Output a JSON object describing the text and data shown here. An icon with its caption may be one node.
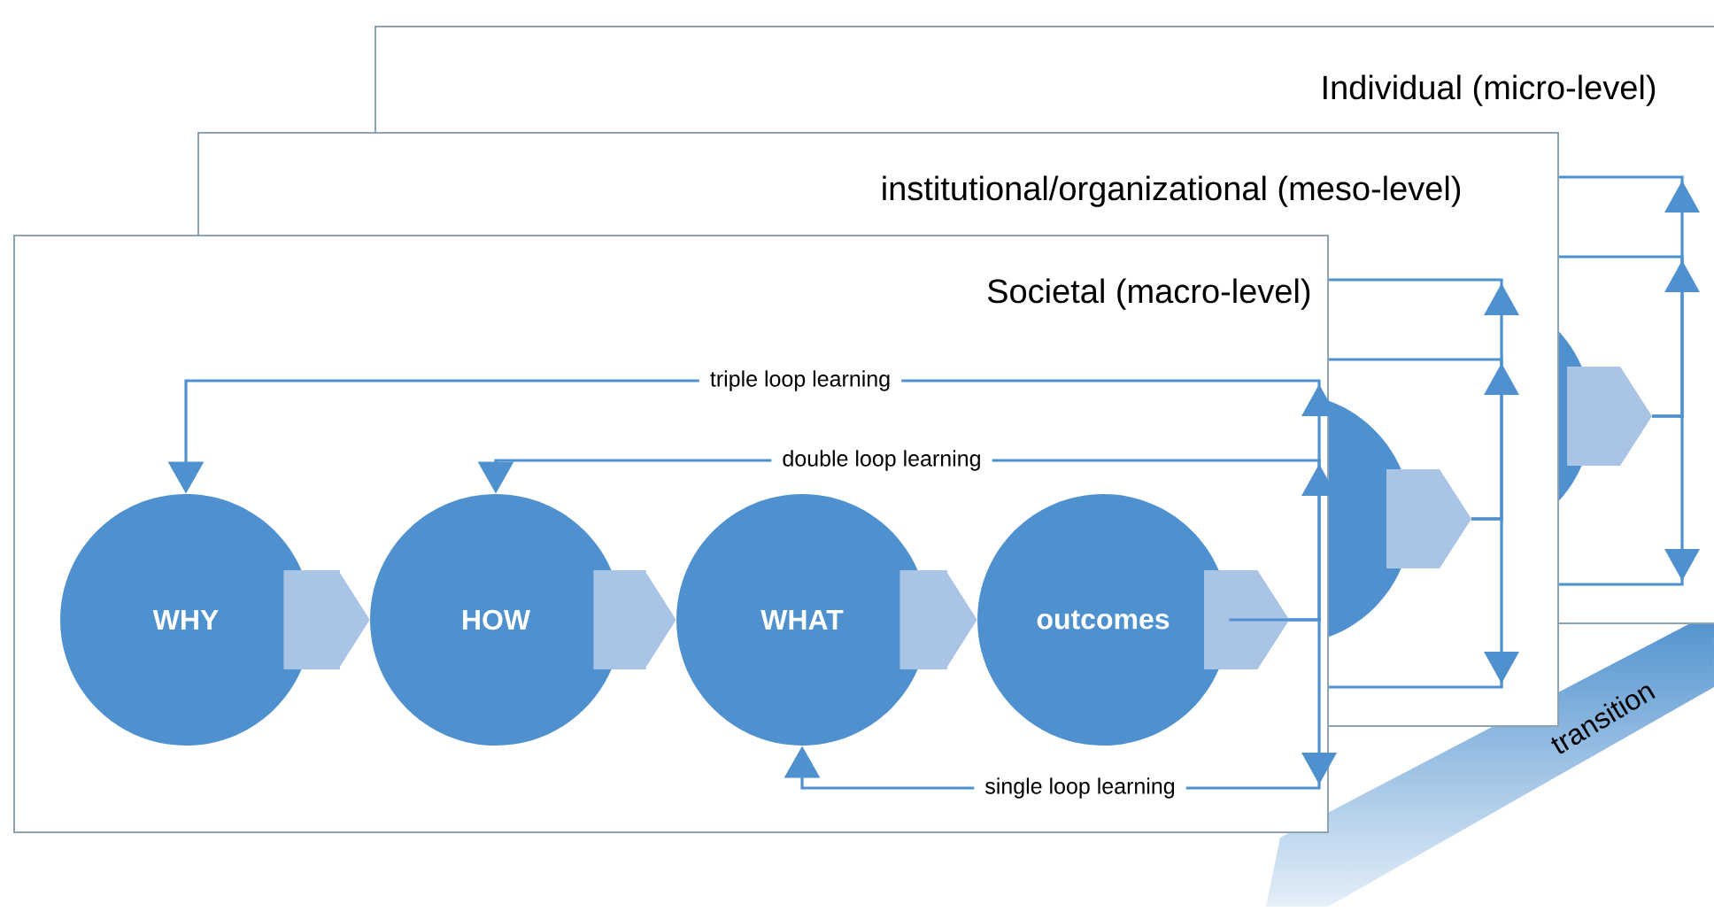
{
  "diagram": {
    "nodes": [
      {
        "text": [
          "Individual (micro-level)"
        ]
      },
      {
        "text": [
          "institutional/organizational (meso-level)"
        ]
      },
      {
        "text": [
          "Societal (macro-level)"
        ]
      },
      {
        "text": [
          "WHY"
        ]
      },
      {
        "text": [
          "HOW"
        ]
      },
      {
        "text": [
          "WHAT"
        ]
      },
      {
        "text": [
          "outcomes"
        ]
      },
      {
        "text": [
          "transition"
        ]
      }
    ],
    "edges": [
      {
        "from": 3,
        "to": 4,
        "arrow": "to",
        "style": "thick",
        "color": "#aac4e6"
      },
      {
        "from": 4,
        "to": 5,
        "arrow": "to",
        "style": "thick",
        "color": "#aac4e6"
      },
      {
        "from": 5,
        "to": 6,
        "arrow": "to",
        "style": "thick",
        "color": "#aac4e6"
      },
      {
        "from": 6,
        "to": 3,
        "arrow": "to",
        "label": "triple loop learning",
        "color": "#4f91cf"
      },
      {
        "from": 6,
        "to": 4,
        "arrow": "to",
        "label": "double loop learning",
        "color": "#4f91cf"
      },
      {
        "from": 6,
        "to": 5,
        "arrow": "to",
        "label": "single loop learning",
        "color": "#4f91cf"
      }
    ]
  }
}
